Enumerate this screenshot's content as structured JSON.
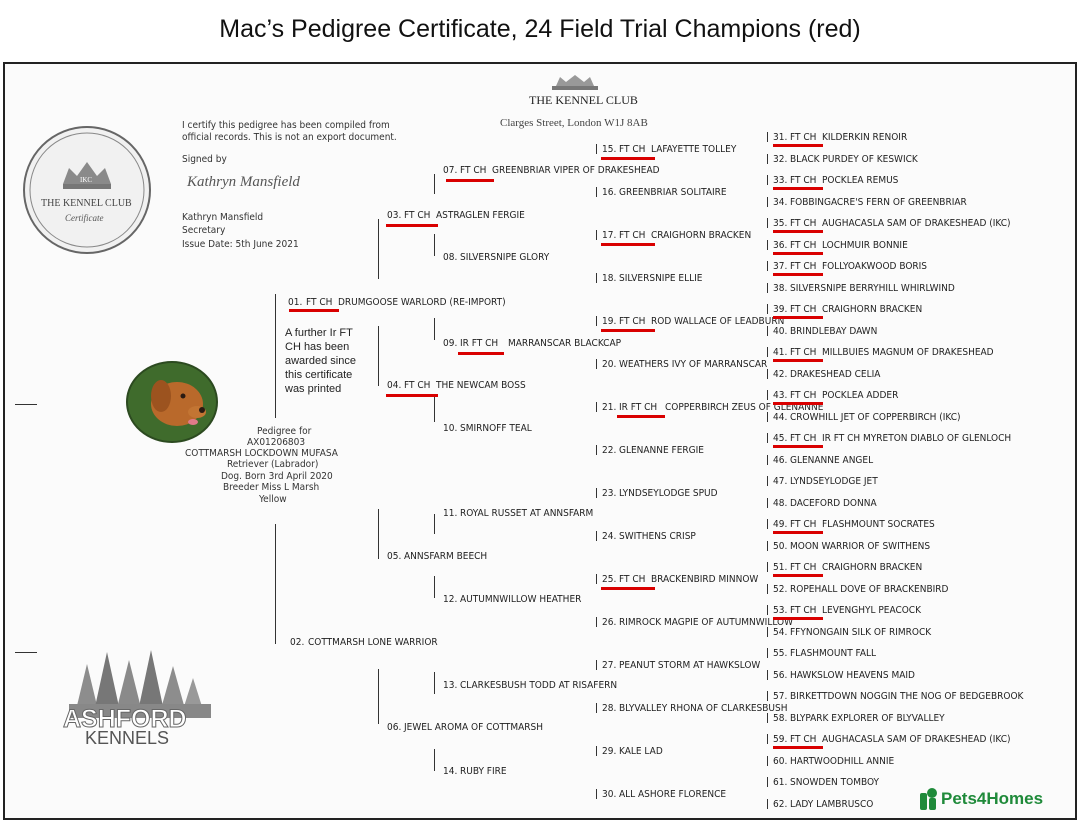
{
  "header": {
    "title": "Mac’s Pedigree Certificate, 24 Field Trial Champions (red)"
  },
  "kennel_club": {
    "name": "THE KENNEL CLUB",
    "address": "Clarges Street, London W1J 8AB"
  },
  "seal": {
    "line1": "THE KENNEL CLUB",
    "line2": "Certificate",
    "center": "IKC"
  },
  "certify": {
    "line1": "I certify this pedigree has been compiled  from",
    "line2": "official records. This is not an export document.",
    "signed": "Signed by",
    "signature": "Kathryn Mansfield",
    "name": "Kathryn Mansfield",
    "role": "Secretary",
    "issue": "Issue Date:  5th June 2021"
  },
  "dog": {
    "line1": "Pedigree for",
    "reg": "AX01206803",
    "name": "COTTMARSH LOCKDOWN MUFASA",
    "breed": "Retriever (Labrador)",
    "born": "Dog. Born 3rd April 2020",
    "breeder": "Breeder Miss L Marsh",
    "colour": "Yellow"
  },
  "note": {
    "lines": [
      "A further Ir FT",
      "CH has been",
      "awarded since",
      "this certificate",
      "was printed"
    ]
  },
  "gen1": [
    {
      "num": "01.",
      "pre": "FT CH",
      "name": "DRUMGOOSE WARLORD (RE-IMPORT)"
    },
    {
      "num": "02.",
      "pre": "",
      "name": "COTTMARSH LONE WARRIOR"
    }
  ],
  "gen2": [
    {
      "num": "03.",
      "pre": "FT CH",
      "name": "ASTRAGLEN FERGIE"
    },
    {
      "num": "04.",
      "pre": "FT CH",
      "name": "THE NEWCAM BOSS"
    },
    {
      "num": "05.",
      "pre": "",
      "name": "ANNSFARM BEECH"
    },
    {
      "num": "06.",
      "pre": "",
      "name": "JEWEL AROMA OF COTTMARSH"
    }
  ],
  "gen3": [
    {
      "num": "07.",
      "pre": "FT CH",
      "name": "GREENBRIAR VIPER OF DRAKESHEAD"
    },
    {
      "num": "08.",
      "pre": "",
      "name": "SILVERSNIPE GLORY"
    },
    {
      "num": "09.",
      "pre": "IR FT CH",
      "name": "MARRANSCAR BLACKCAP"
    },
    {
      "num": "10.",
      "pre": "",
      "name": "SMIRNOFF TEAL"
    },
    {
      "num": "11.",
      "pre": "",
      "name": "ROYAL RUSSET AT ANNSFARM"
    },
    {
      "num": "12.",
      "pre": "",
      "name": "AUTUMNWILLOW HEATHER"
    },
    {
      "num": "13.",
      "pre": "",
      "name": "CLARKESBUSH TODD AT RISAFERN"
    },
    {
      "num": "14.",
      "pre": "",
      "name": "RUBY FIRE"
    }
  ],
  "gen4": [
    {
      "num": "15.",
      "pre": "FT CH",
      "name": "LAFAYETTE TOLLEY"
    },
    {
      "num": "16.",
      "pre": "",
      "name": "GREENBRIAR SOLITAIRE"
    },
    {
      "num": "17.",
      "pre": "FT CH",
      "name": "CRAIGHORN BRACKEN"
    },
    {
      "num": "18.",
      "pre": "",
      "name": "SILVERSNIPE ELLIE"
    },
    {
      "num": "19.",
      "pre": "FT CH",
      "name": "ROD WALLACE OF LEADBURN"
    },
    {
      "num": "20.",
      "pre": "",
      "name": "WEATHERS IVY OF MARRANSCAR"
    },
    {
      "num": "21.",
      "pre": "IR FT CH",
      "name": "COPPERBIRCH ZEUS OF GLENANNE"
    },
    {
      "num": "22.",
      "pre": "",
      "name": "GLENANNE FERGIE"
    },
    {
      "num": "23.",
      "pre": "",
      "name": "LYNDSEYLODGE SPUD"
    },
    {
      "num": "24.",
      "pre": "",
      "name": "SWITHENS CRISP"
    },
    {
      "num": "25.",
      "pre": "FT CH",
      "name": "BRACKENBIRD MINNOW"
    },
    {
      "num": "26.",
      "pre": "",
      "name": "RIMROCK MAGPIE OF AUTUMNWILLOW"
    },
    {
      "num": "27.",
      "pre": "",
      "name": "PEANUT STORM AT HAWKSLOW"
    },
    {
      "num": "28.",
      "pre": "",
      "name": "BLYVALLEY RHONA OF CLARKESBUSH"
    },
    {
      "num": "29.",
      "pre": "",
      "name": "KALE LAD"
    },
    {
      "num": "30.",
      "pre": "",
      "name": "ALL ASHORE FLORENCE"
    }
  ],
  "gen5": [
    {
      "num": "31.",
      "pre": "FT CH",
      "name": "KILDERKIN RENOIR"
    },
    {
      "num": "32.",
      "pre": "",
      "name": "BLACK PURDEY OF KESWICK"
    },
    {
      "num": "33.",
      "pre": "FT CH",
      "name": "POCKLEA REMUS"
    },
    {
      "num": "34.",
      "pre": "",
      "name": "FOBBINGACRE'S FERN OF GREENBRIAR"
    },
    {
      "num": "35.",
      "pre": "FT CH",
      "name": "AUGHACASLA SAM OF DRAKESHEAD (IKC)"
    },
    {
      "num": "36.",
      "pre": "FT CH",
      "name": "LOCHMUIR BONNIE"
    },
    {
      "num": "37.",
      "pre": "FT CH",
      "name": "FOLLYOAKWOOD BORIS"
    },
    {
      "num": "38.",
      "pre": "",
      "name": "SILVERSNIPE BERRYHILL WHIRLWIND"
    },
    {
      "num": "39.",
      "pre": "FT CH",
      "name": "CRAIGHORN BRACKEN"
    },
    {
      "num": "40.",
      "pre": "",
      "name": "BRINDLEBAY DAWN"
    },
    {
      "num": "41.",
      "pre": "FT CH",
      "name": "MILLBUIES MAGNUM OF DRAKESHEAD"
    },
    {
      "num": "42.",
      "pre": "",
      "name": "DRAKESHEAD CELIA"
    },
    {
      "num": "43.",
      "pre": "FT CH",
      "name": "POCKLEA ADDER"
    },
    {
      "num": "44.",
      "pre": "",
      "name": "CROWHILL JET OF COPPERBIRCH (IKC)"
    },
    {
      "num": "45.",
      "pre": "FT CH",
      "name": "IR FT CH MYRETON DIABLO OF GLENLOCH"
    },
    {
      "num": "46.",
      "pre": "",
      "name": "GLENANNE ANGEL"
    },
    {
      "num": "47.",
      "pre": "",
      "name": "LYNDSEYLODGE JET"
    },
    {
      "num": "48.",
      "pre": "",
      "name": "DACEFORD DONNA"
    },
    {
      "num": "49.",
      "pre": "FT CH",
      "name": "FLASHMOUNT SOCRATES"
    },
    {
      "num": "50.",
      "pre": "",
      "name": "MOON WARRIOR OF SWITHENS"
    },
    {
      "num": "51.",
      "pre": "FT CH",
      "name": "CRAIGHORN BRACKEN"
    },
    {
      "num": "52.",
      "pre": "",
      "name": "ROPEHALL DOVE OF BRACKENBIRD"
    },
    {
      "num": "53.",
      "pre": "FT CH",
      "name": "LEVENGHYL PEACOCK"
    },
    {
      "num": "54.",
      "pre": "",
      "name": "FFYNONGAIN SILK OF RIMROCK"
    },
    {
      "num": "55.",
      "pre": "",
      "name": "FLASHMOUNT FALL"
    },
    {
      "num": "56.",
      "pre": "",
      "name": "HAWKSLOW HEAVENS MAID"
    },
    {
      "num": "57.",
      "pre": "",
      "name": "BIRKETTDOWN NOGGIN THE NOG OF BEDGEBROOK"
    },
    {
      "num": "58.",
      "pre": "",
      "name": "BLYPARK EXPLORER OF BLYVALLEY"
    },
    {
      "num": "59.",
      "pre": "FT CH",
      "name": "AUGHACASLA SAM OF DRAKESHEAD (IKC)"
    },
    {
      "num": "60.",
      "pre": "",
      "name": "HARTWOODHILL ANNIE"
    },
    {
      "num": "61.",
      "pre": "",
      "name": "SNOWDEN TOMBOY"
    },
    {
      "num": "62.",
      "pre": "",
      "name": "LADY LAMBRUSCO"
    }
  ],
  "ashford": {
    "line1": "ASHFORD",
    "line2": "KENNELS"
  },
  "brand": {
    "name": "Pets4Homes"
  },
  "colors": {
    "highlight": "#d90000",
    "brand_green": "#1f8a3a"
  }
}
